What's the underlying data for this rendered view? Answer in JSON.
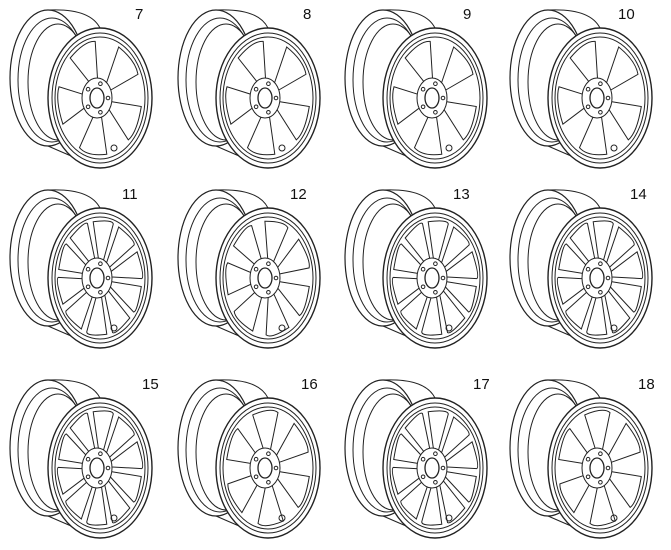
{
  "wheels": [
    {
      "label": "7"
    },
    {
      "label": "8"
    },
    {
      "label": "9"
    },
    {
      "label": "10"
    },
    {
      "label": "11"
    },
    {
      "label": "12"
    },
    {
      "label": "13"
    },
    {
      "label": "14"
    },
    {
      "label": "15"
    },
    {
      "label": "16"
    },
    {
      "label": "17"
    },
    {
      "label": "18"
    }
  ]
}
